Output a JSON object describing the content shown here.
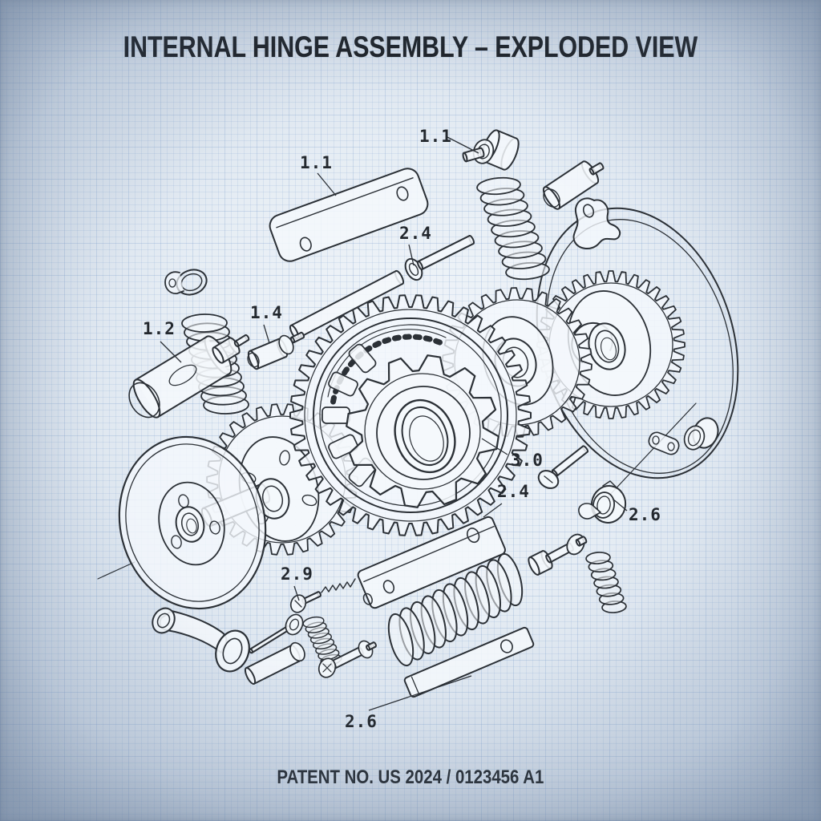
{
  "title": "INTERNAL HINGE ASSEMBLY – EXPLODED VIEW",
  "footer": "PATENT NO. US 2024 / 0123456 A1",
  "colors": {
    "ink": "#2b3036",
    "paper_center": "#f2f6fa",
    "paper_edge": "#b5c4d7",
    "grid_line": "#7a9ecd",
    "title_ink": "#1c2127"
  },
  "diagram": {
    "type": "patent-exploded-view",
    "labels": [
      {
        "text": "1.1",
        "target": "roller-pin"
      },
      {
        "text": "1.1",
        "target": "top-cover-bar"
      },
      {
        "text": "2.4",
        "target": "pin-and-washer"
      },
      {
        "text": "1.4",
        "target": "bushing"
      },
      {
        "text": "1.2",
        "target": "cylinder-plunger"
      },
      {
        "text": "3.0",
        "target": "main-ring-gear"
      },
      {
        "text": "2.4",
        "target": "mounting-bar"
      },
      {
        "text": "2.6",
        "target": "collar-bushing"
      },
      {
        "text": "2.9",
        "target": "set-screw"
      },
      {
        "text": "2.6",
        "target": "flat-strap"
      }
    ],
    "parts": [
      "top-cover-bar",
      "roller-pin",
      "coil-spring-top",
      "sleeve",
      "end-bracket",
      "cover-disc",
      "ring-gear-right",
      "pinion-gear",
      "main-ring-gear",
      "sprocket-hub",
      "clutch-plates",
      "left-gear",
      "flywheel-disc",
      "crank-lever",
      "cylinder-plunger",
      "coil-spring-left",
      "ring-clamp",
      "bushing",
      "pin-shaft",
      "washer",
      "screw-3-0",
      "mounting-bar",
      "main-coil-spring",
      "flat-strap",
      "shoulder-bolt",
      "coil-spring-right",
      "collar-bushing",
      "set-screw-2-9",
      "clevis-pin",
      "small-bolt"
    ]
  }
}
